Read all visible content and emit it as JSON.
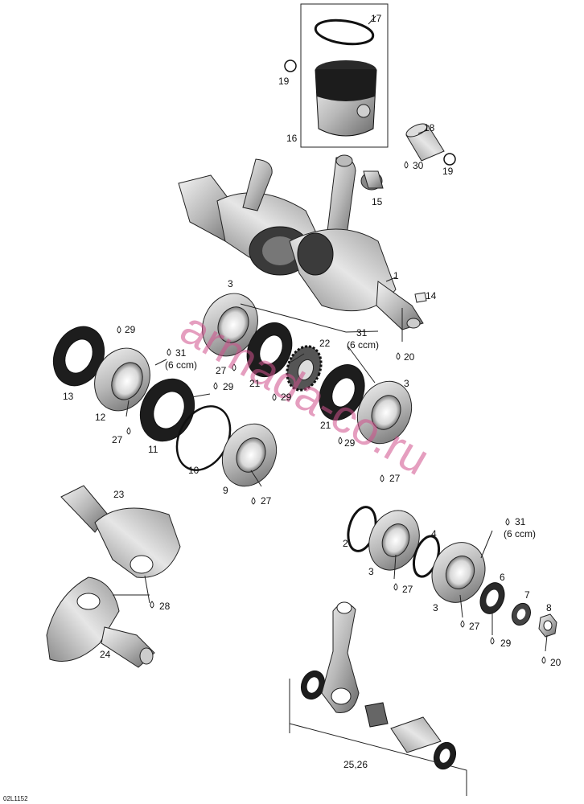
{
  "diagram_id": "02L1152",
  "watermark": "armada-co.ru",
  "callouts": {
    "c1": "1",
    "c2": "2",
    "c3a": "3",
    "c3b": "3",
    "c3c": "3",
    "c3d": "3",
    "c4": "4",
    "c6": "6",
    "c7": "7",
    "c8": "8",
    "c9": "9",
    "c10": "10",
    "c11": "11",
    "c12": "12",
    "c13": "13",
    "c14": "14",
    "c15": "15",
    "c16": "16",
    "c17": "17",
    "c18": "18",
    "c19a": "19",
    "c19b": "19",
    "c20a": "20",
    "c20b": "20",
    "c21a": "21",
    "c21b": "21",
    "c22": "22",
    "c23": "23",
    "c24": "24",
    "c2526": "25,26",
    "c27a": "27",
    "c27b": "27",
    "c27c": "27",
    "c27d": "27",
    "c27e": "27",
    "c27f": "27",
    "c28": "28",
    "c29a": "29",
    "c29b": "29",
    "c29c": "29",
    "c29d": "29",
    "c29e": "29",
    "c30": "30",
    "c31a": "31",
    "c31b": "31",
    "c31c": "31",
    "ccm_a": "(6 ccm)",
    "ccm_b": "(6 ccm)",
    "ccm_c": "(6 ccm)"
  }
}
